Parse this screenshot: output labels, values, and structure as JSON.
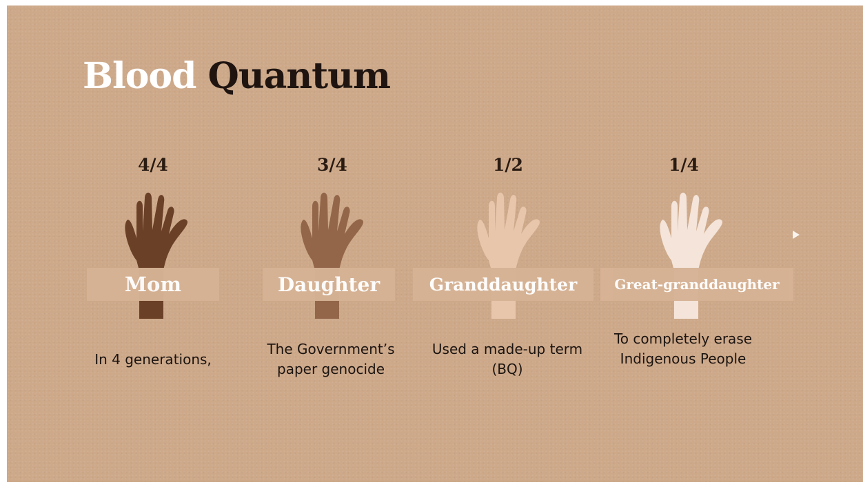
{
  "title": {
    "word1": "Blood",
    "word2": "Quantum"
  },
  "colors": {
    "background": "#cda98a",
    "mom": "#6a4026",
    "daughter": "#93664a",
    "granddaughter": "#e8c6ab",
    "great_granddaughter": "#f4e4d9"
  },
  "generations": [
    {
      "fraction": "4/4",
      "label": "Mom",
      "caption": "In 4 generations,",
      "icon": "hand-icon"
    },
    {
      "fraction": "3/4",
      "label": "Daughter",
      "caption": "The Government’s paper genocide",
      "icon": "hand-icon"
    },
    {
      "fraction": "1/2",
      "label": "Granddaughter",
      "caption": "Used a made-up term (BQ)",
      "icon": "hand-icon"
    },
    {
      "fraction": "1/4",
      "label": "Great-granddaughter",
      "caption": "To completely erase Indigenous People",
      "icon": "hand-icon"
    }
  ]
}
